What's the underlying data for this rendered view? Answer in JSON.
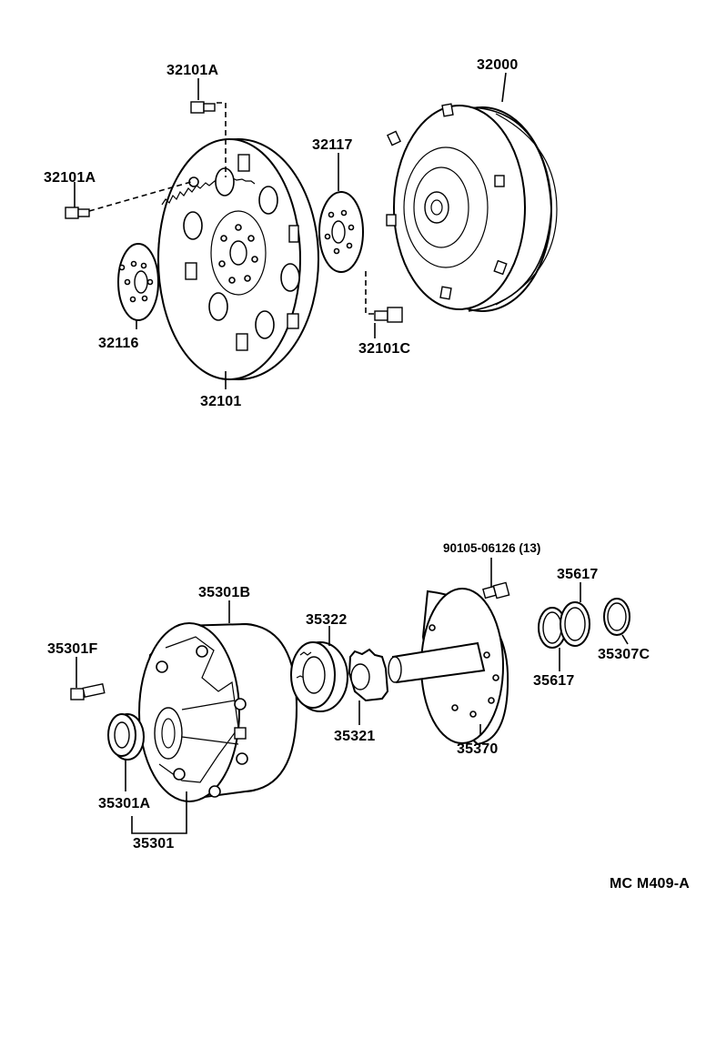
{
  "diagram": {
    "labels": {
      "p32000": "32000",
      "p32101A_top": "32101A",
      "p32101A_left": "32101A",
      "p32117": "32117",
      "p32116": "32116",
      "p32101C": "32101C",
      "p32101": "32101",
      "p90105": "90105-06126 (13)",
      "p35617_top": "35617",
      "p35617_bottom": "35617",
      "p35307C": "35307C",
      "p35301B": "35301B",
      "p35322": "35322",
      "p35301F": "35301F",
      "p35321": "35321",
      "p35370": "35370",
      "p35301A": "35301A",
      "p35301": "35301",
      "code": "MC M409-A"
    }
  }
}
